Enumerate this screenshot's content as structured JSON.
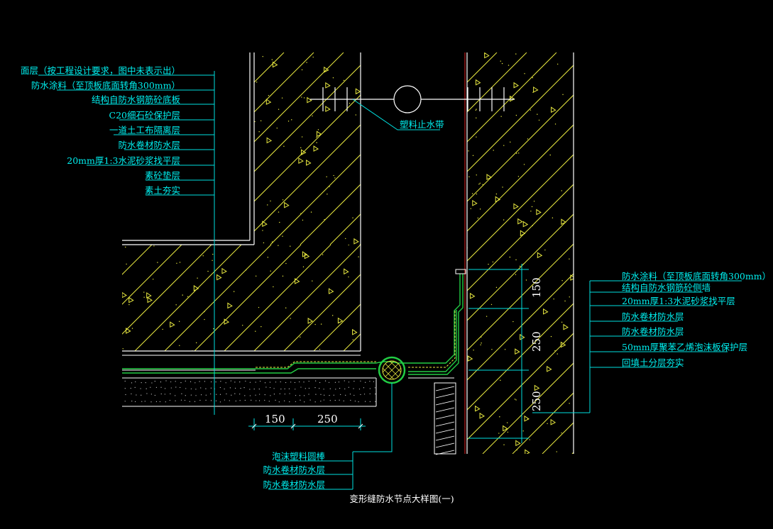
{
  "drawing": {
    "title": "变形缝防水节点大样图(一)",
    "colors": {
      "background": "#000000",
      "concrete_outline": "#ffffff",
      "hatch": "#e8e840",
      "leader": "#00e0e0",
      "label": "#00f0f0",
      "membrane": "#22cc44",
      "center_line": "#dd2020",
      "dimension_text": "#ffffff"
    },
    "left_labels": [
      "面层（按工程设计要求，图中未表示出）",
      "防水涂料（至顶板底面转角300mm）",
      "结构自防水钢筋砼底板",
      "C20细石砼保护层",
      "一道土工布隔离层",
      "防水卷材防水层",
      "20mm厚1:3水泥砂浆找平层",
      "素砼垫层",
      "素土夯实"
    ],
    "right_labels": [
      "防水涂料（至顶板底面转角300mm）",
      "结构自防水钢筋砼侧墙",
      "20mm厚1:3水泥砂浆找平层",
      "防水卷材防水层",
      "防水卷材防水层",
      "50mm厚聚苯乙烯泡沫板保护层",
      "回填土分层夯实"
    ],
    "bottom_labels": [
      "泡沫塑料圆棒",
      "防水卷材防水层",
      "防水卷材防水层"
    ],
    "waterstop_label": "塑料止水带",
    "dimensions": {
      "horizontal": [
        "150",
        "250"
      ],
      "vertical": [
        "150",
        "250",
        "250"
      ]
    }
  }
}
